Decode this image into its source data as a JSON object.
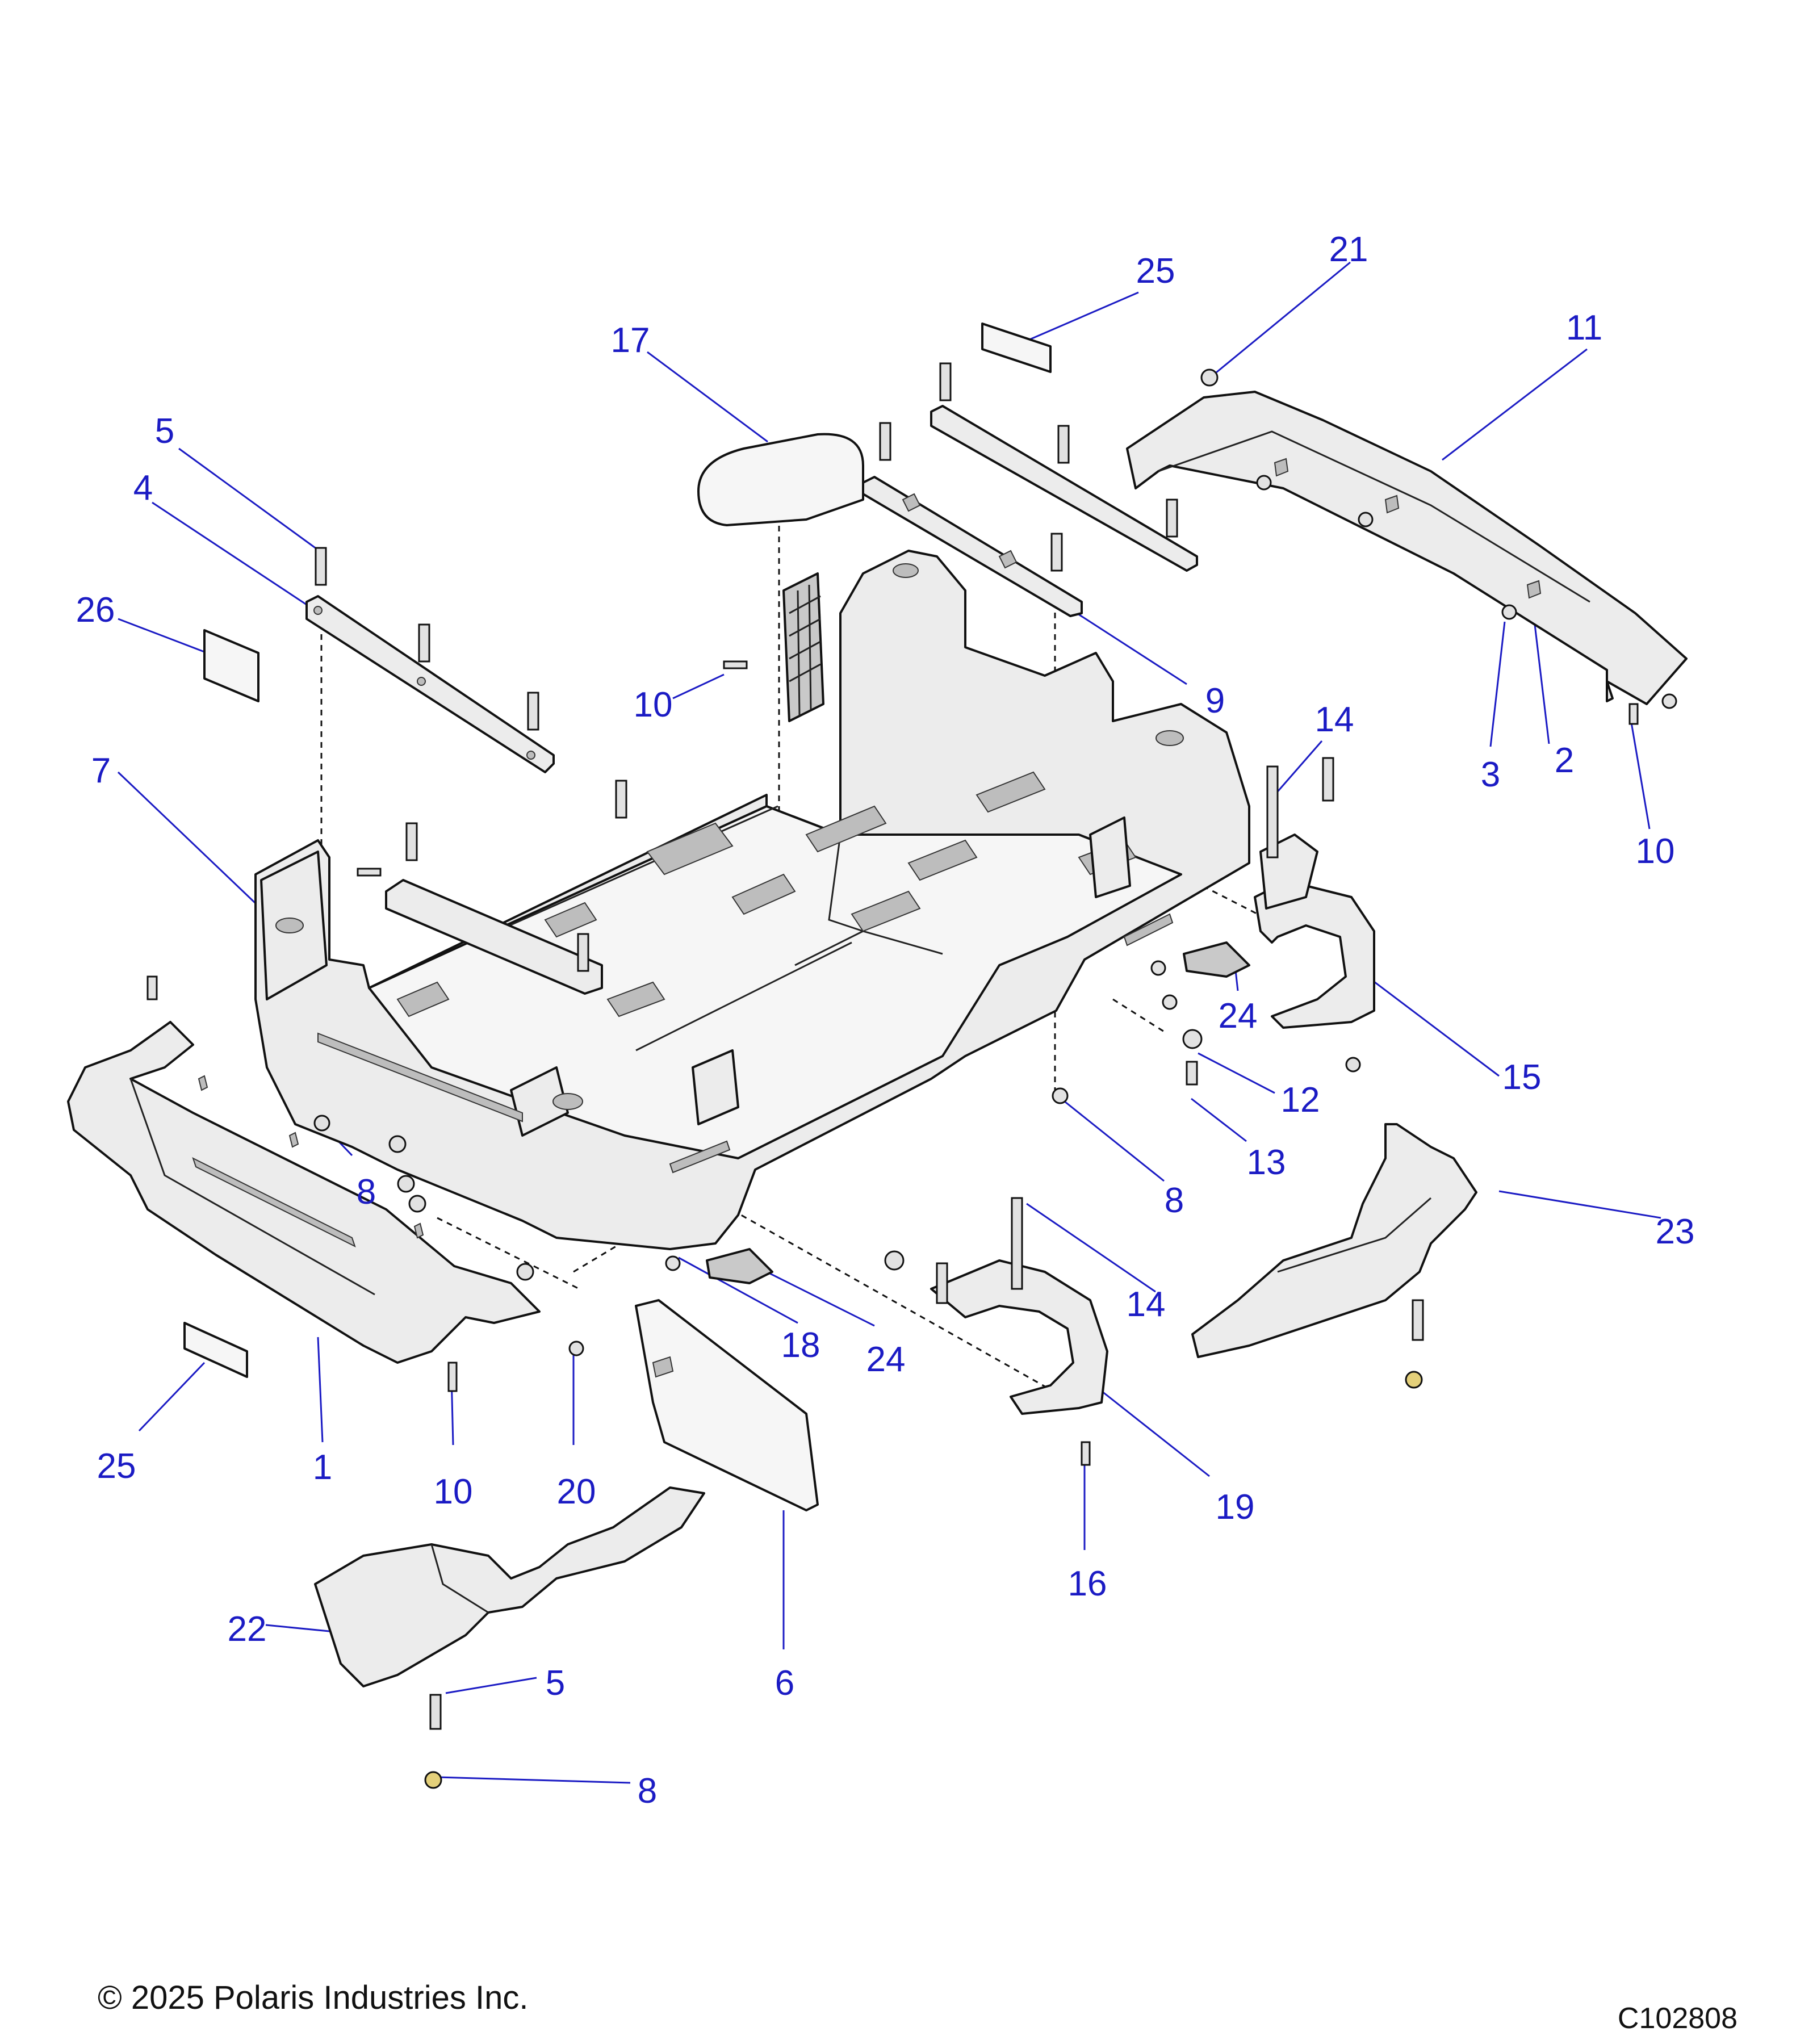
{
  "diagram": {
    "copyright": "© 2025 Polaris Industries Inc.",
    "drawing_id": "C102808",
    "callouts": [
      "1",
      "2",
      "3",
      "4",
      "5",
      "6",
      "7",
      "8",
      "9",
      "10",
      "11",
      "12",
      "13",
      "14",
      "15",
      "16",
      "17",
      "18",
      "19",
      "20",
      "21",
      "22",
      "23",
      "24",
      "25",
      "26"
    ],
    "callout_instances": [
      {
        "label": "21"
      },
      {
        "label": "25"
      },
      {
        "label": "11"
      },
      {
        "label": "17"
      },
      {
        "label": "5"
      },
      {
        "label": "4"
      },
      {
        "label": "26"
      },
      {
        "label": "10"
      },
      {
        "label": "9"
      },
      {
        "label": "14"
      },
      {
        "label": "3"
      },
      {
        "label": "2"
      },
      {
        "label": "10"
      },
      {
        "label": "7"
      },
      {
        "label": "24"
      },
      {
        "label": "15"
      },
      {
        "label": "12"
      },
      {
        "label": "13"
      },
      {
        "label": "8"
      },
      {
        "label": "8"
      },
      {
        "label": "23"
      },
      {
        "label": "14"
      },
      {
        "label": "18"
      },
      {
        "label": "24"
      },
      {
        "label": "25"
      },
      {
        "label": "1"
      },
      {
        "label": "10"
      },
      {
        "label": "20"
      },
      {
        "label": "19"
      },
      {
        "label": "16"
      },
      {
        "label": "22"
      },
      {
        "label": "5"
      },
      {
        "label": "6"
      },
      {
        "label": "8"
      }
    ]
  }
}
